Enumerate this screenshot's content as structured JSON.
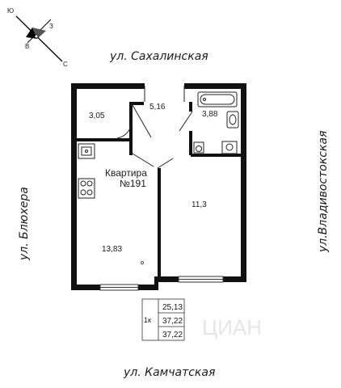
{
  "compass": {
    "north": "Ю",
    "east": "З",
    "south": "С",
    "west": "В"
  },
  "streets": {
    "top": "ул. Сахалинская",
    "bottom": "ул. Камчатская",
    "left": "ул. Блюхера",
    "right": "ул.Владивостокская"
  },
  "apartment": {
    "line1": "Квартира",
    "line2": "№191"
  },
  "rooms": {
    "hall": "3,05",
    "corridor": "5,16",
    "bath": "3,88",
    "bedroom": "11,3",
    "kitchen_living": "13,83"
  },
  "summary": {
    "rooms_count": "1к",
    "living_area": "25,13",
    "total_area": "37,22",
    "total_area_2": "37,22"
  },
  "watermark": "ЦИАН"
}
